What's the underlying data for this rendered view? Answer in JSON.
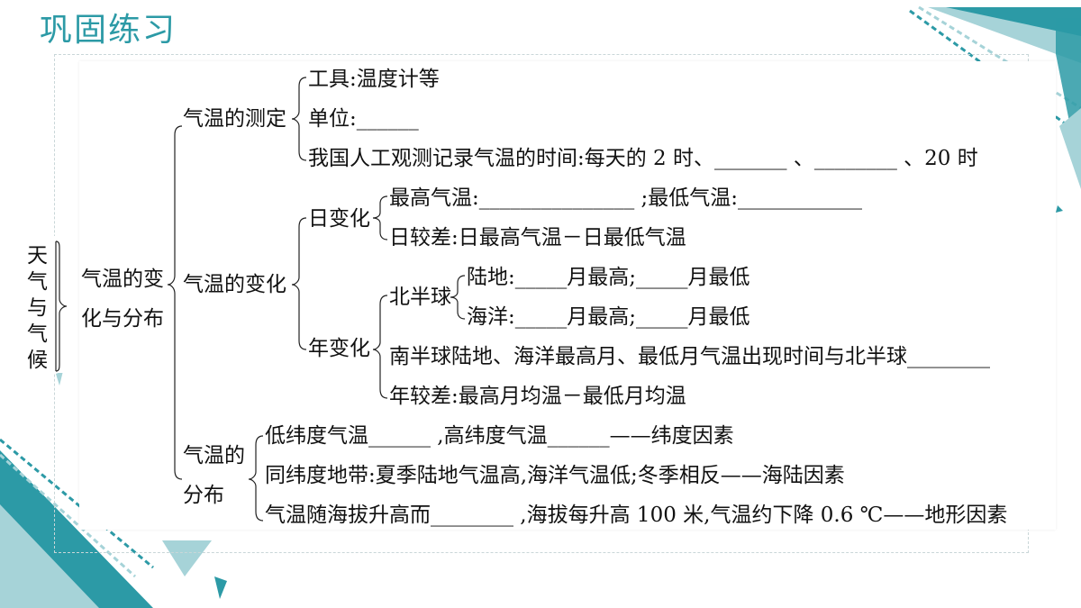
{
  "title": "巩固练习",
  "colors": {
    "accent": "#2c9aa6",
    "accent_light": "#a6d3d8"
  },
  "root": "天气与气候",
  "topic": {
    "line1": "气温的变",
    "line2": "化与分布"
  },
  "measure": {
    "label": "气温的测定",
    "tool": "工具:温度计等",
    "unit": "单位:______",
    "time": "我国人工观测记录气温的时间:每天的 2 时、_______ 、________ 、20 时"
  },
  "change": {
    "label": "气温的变化",
    "daily": {
      "label": "日变化",
      "maxmin": "最高气温:_______________ ;最低气温:____________",
      "range": "日较差:日最高气温－日最低气温"
    },
    "annual": {
      "label": "年变化",
      "north": {
        "label": "北半球",
        "land": "陆地:_____月最高;_____月最低",
        "ocean": "海洋:_____月最高;_____月最低"
      },
      "south": "南半球陆地、海洋最高月、最低月气温出现时间与北半球________",
      "range": "年较差:最高月均温－最低月均温"
    }
  },
  "distribution": {
    "label1": "气温的",
    "label2": "分布",
    "latitude": "低纬度气温______ ,高纬度气温______——纬度因素",
    "land_sea": "同纬度地带:夏季陆地气温高,海洋气温低;冬季相反——海陆因素",
    "terrain": "气温随海拔升高而________ ,海拔每升高 100 米,气温约下降 0.6 ℃——地形因素"
  }
}
